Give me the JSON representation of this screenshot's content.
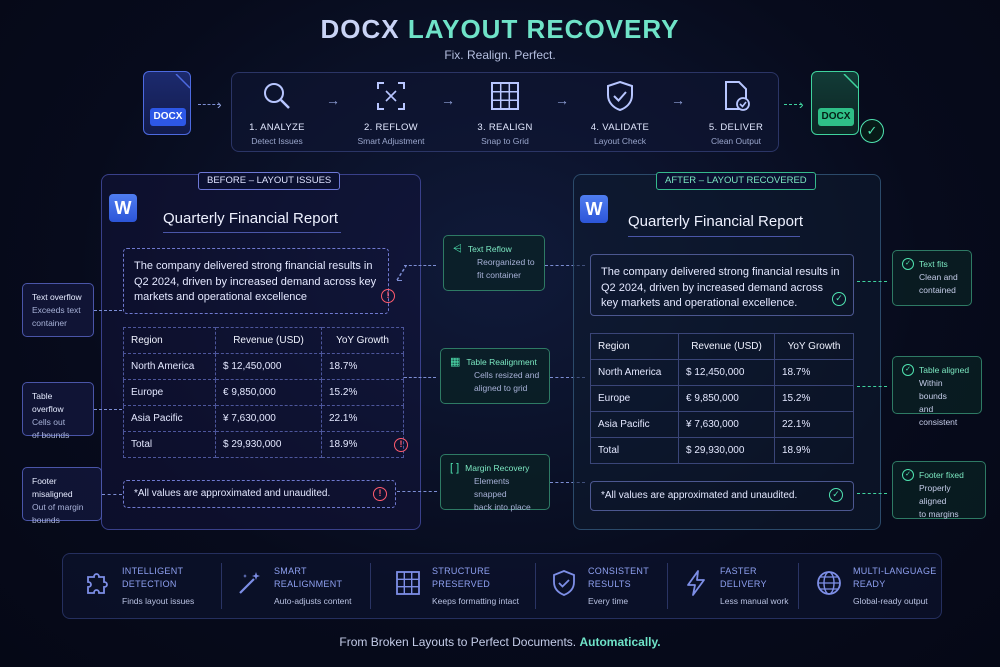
{
  "header": {
    "title_part1": "DOCX",
    "title_part2": "LAYOUT RECOVERY",
    "subtitle": "Fix. Realign. Perfect."
  },
  "files": {
    "input_label": "DOCX",
    "output_label": "DOCX"
  },
  "pipeline": [
    {
      "name": "1. ANALYZE",
      "desc": "Detect Issues",
      "icon": "magnifier-icon"
    },
    {
      "name": "2. REFLOW",
      "desc": "Smart Adjustment",
      "icon": "reflow-icon"
    },
    {
      "name": "3. REALIGN",
      "desc": "Snap to Grid",
      "icon": "grid-icon"
    },
    {
      "name": "4. VALIDATE",
      "desc": "Layout Check",
      "icon": "shield-check-icon"
    },
    {
      "name": "5. DELIVER",
      "desc": "Clean Output",
      "icon": "document-check-icon"
    }
  ],
  "before": {
    "tag": "BEFORE – LAYOUT ISSUES",
    "logo": "W",
    "doc_title": "Quarterly Financial Report",
    "paragraph": "The company delivered strong financial results in Q2 2024, driven by increased demand across key markets and operational excellence",
    "table": {
      "headers": [
        "Region",
        "Revenue (USD)",
        "YoY Growth"
      ],
      "rows": [
        [
          "North America",
          "$  12,450,000",
          "18.7%"
        ],
        [
          "Europe",
          "€  9,850,000",
          "15.2%"
        ],
        [
          "Asia Pacific",
          "¥  7,630,000",
          "22.1%"
        ],
        [
          "Total",
          "$  29,930,000",
          "18.9%"
        ]
      ]
    },
    "footer": "*All values are approximated and unaudited."
  },
  "after": {
    "tag": "AFTER – LAYOUT RECOVERED",
    "logo": "W",
    "doc_title": "Quarterly Financial Report",
    "paragraph": "The company delivered strong financial results in Q2 2024, driven by increased demand across key markets and operational excellence.",
    "table": {
      "headers": [
        "Region",
        "Revenue (USD)",
        "YoY Growth"
      ],
      "rows": [
        [
          "North America",
          "$  12,450,000",
          "18.7%"
        ],
        [
          "Europe",
          "€  9,850,000",
          "15.2%"
        ],
        [
          "Asia Pacific",
          "¥  7,630,000",
          "22.1%"
        ],
        [
          "Total",
          "$  29,930,000",
          "18.9%"
        ]
      ]
    },
    "footer": "*All values are approximated and unaudited."
  },
  "issues": [
    {
      "title": "Text overflow",
      "desc1": "Exceeds text",
      "desc2": "container"
    },
    {
      "title": "Table overflow",
      "desc1": "Cells out",
      "desc2": "of bounds"
    },
    {
      "title": "Footer misaligned",
      "desc1": "Out of margin",
      "desc2": "bounds"
    }
  ],
  "fixes": [
    {
      "title": "Text Reflow",
      "desc1": "Reorganized to",
      "desc2": "fit container"
    },
    {
      "title": "Table Realignment",
      "desc1": "Cells resized and",
      "desc2": "aligned to grid"
    },
    {
      "title": "Margin Recovery",
      "desc1": "Elements snapped",
      "desc2": "back into place"
    }
  ],
  "results": [
    {
      "title": "Text fits",
      "desc1": "Clean and",
      "desc2": "contained"
    },
    {
      "title": "Table aligned",
      "desc1": "Within bounds",
      "desc2": "and consistent"
    },
    {
      "title": "Footer fixed",
      "desc1": "Properly aligned",
      "desc2": "to margins"
    }
  ],
  "features": [
    {
      "title1": "INTELLIGENT",
      "title2": "DETECTION",
      "desc": "Finds layout issues",
      "icon": "puzzle-icon"
    },
    {
      "title1": "SMART",
      "title2": "REALIGNMENT",
      "desc": "Auto-adjusts content",
      "icon": "magic-wand-icon"
    },
    {
      "title1": "STRUCTURE",
      "title2": "PRESERVED",
      "desc": "Keeps formatting intact",
      "icon": "grid-icon"
    },
    {
      "title1": "CONSISTENT",
      "title2": "RESULTS",
      "desc": "Every time",
      "icon": "shield-check-icon"
    },
    {
      "title1": "FASTER",
      "title2": "DELIVERY",
      "desc": "Less manual work",
      "icon": "lightning-icon"
    },
    {
      "title1": "MULTI-LANGUAGE",
      "title2": "READY",
      "desc": "Global-ready output",
      "icon": "globe-icon"
    }
  ],
  "bottom": {
    "text": "From Broken Layouts to Perfect Documents.",
    "emphasis": "Automatically."
  },
  "colors": {
    "accent_teal": "#6fe3c8",
    "accent_blue": "#2d57e6",
    "warning": "#ff5b6e",
    "success": "#4fe3b0"
  }
}
